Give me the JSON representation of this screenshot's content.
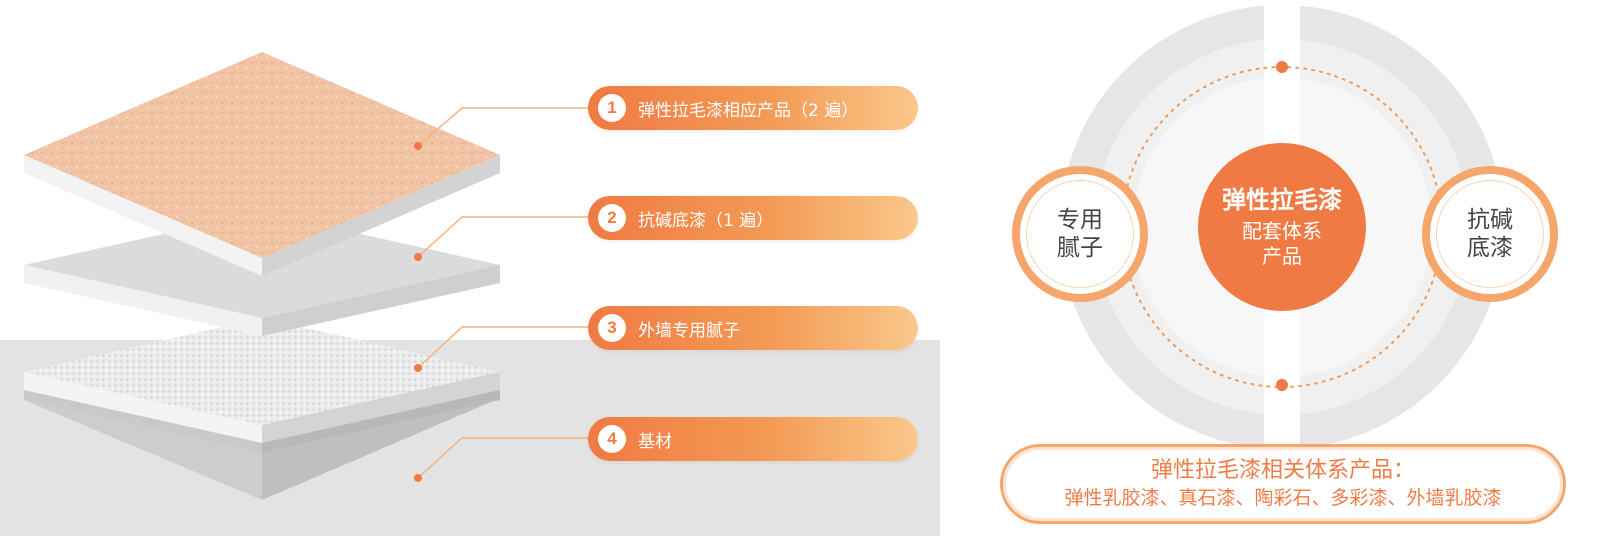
{
  "layers": [
    {
      "number": "1",
      "label": "弹性拉毛漆相应产品（2 遍）",
      "color": "#f2c4a6"
    },
    {
      "number": "2",
      "label": "抗碱底漆（1 遍）",
      "color": "#d9d9d9"
    },
    {
      "number": "3",
      "label": "外墙专用腻子",
      "color": "#e9e9e9"
    },
    {
      "number": "4",
      "label": "基材",
      "color": "#e3e3e3"
    }
  ],
  "system": {
    "center_title": "弹性拉毛漆",
    "center_subtitle": "配套体系\n产品",
    "left_circle": "专用\n腻子",
    "right_circle": "抗碱\n底漆"
  },
  "related": {
    "title": "弹性拉毛漆相关体系产品：",
    "list": "弹性乳胶漆、真石漆、陶彩石、多彩漆、外墙乳胶漆"
  },
  "colors": {
    "accent": "#f07a43",
    "accent_light": "#f6a66a",
    "ring": "#e6e6e6"
  }
}
